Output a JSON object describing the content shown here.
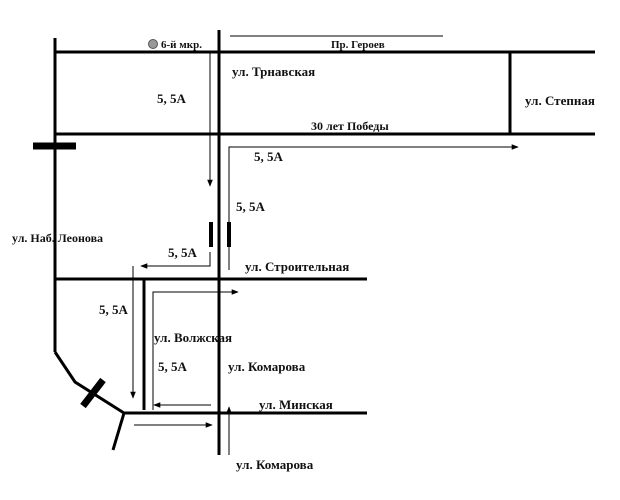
{
  "labels": {
    "district": "6-й мкр.",
    "heroes": "Пр. Героев",
    "trnavskaya": "ул. Трнавская",
    "stepnaya": "ул. Степная",
    "victory": "30 лет Победы",
    "leonova": "ул. Наб. Леонова",
    "stroitelnaya": "ул. Строительная",
    "volzhskaya": "ул. Волжская",
    "komarova_mid": "ул. Комарова",
    "minskaya": "ул. Минская",
    "komarova_bottom": "ул. Комарова"
  },
  "routes": {
    "r1": "5, 5А",
    "r2": "5, 5А",
    "r3": "5, 5А",
    "r4": "5, 5А",
    "r5": "5, 5А",
    "r6": "5, 5А"
  },
  "colors": {
    "street": "#000000",
    "marker": "#999999"
  },
  "icons": {
    "district_marker": "circle-marker-icon"
  }
}
